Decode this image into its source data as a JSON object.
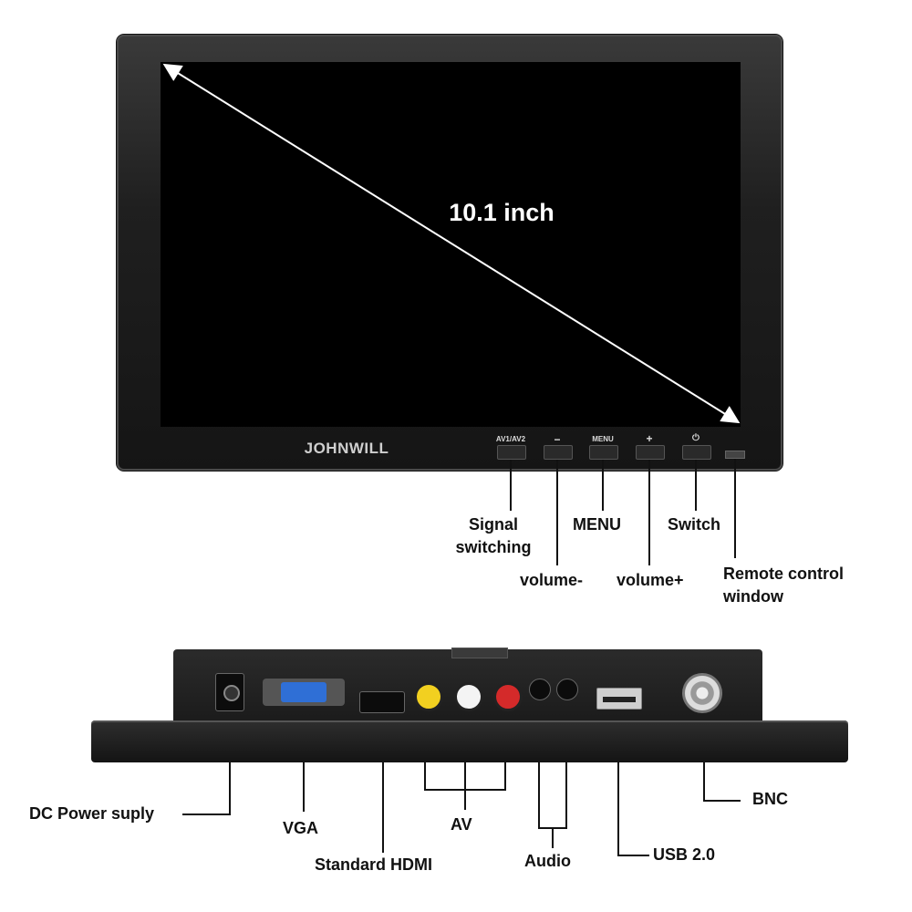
{
  "screen": {
    "size_label": "10.1 inch",
    "brand": "JOHNWILL"
  },
  "front_buttons": {
    "av": "AV1/AV2",
    "minus": "−",
    "menu": "MENU",
    "plus": "+",
    "power": "⏻"
  },
  "front_callouts": {
    "signal": "Signal switching",
    "menu": "MENU",
    "switch": "Switch",
    "volume_minus": "volume-",
    "volume_plus": "volume+",
    "remote": "Remote control window"
  },
  "rear_callouts": {
    "dc": "DC Power suply",
    "vga": "VGA",
    "hdmi": "Standard HDMI",
    "av": "AV",
    "audio": "Audio",
    "usb": "USB 2.0",
    "bnc": "BNC"
  },
  "colors": {
    "vga_port": "#2f6fd6",
    "av_yellow": "#f2d020",
    "av_white": "#f4f4f4",
    "av_red": "#d42a2a"
  }
}
